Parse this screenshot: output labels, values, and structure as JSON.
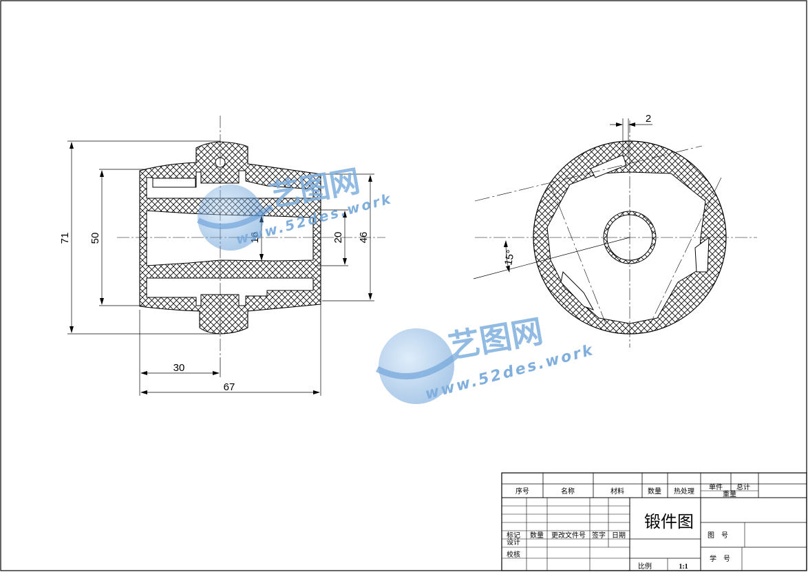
{
  "drawing": {
    "dims": {
      "overall_height": "71",
      "body_height": "50",
      "bore_small": "16",
      "bore_mid": "20",
      "rim_height": "46",
      "boss_offset": "30",
      "overall_length": "67",
      "slot_width": "2",
      "angle": "15°"
    }
  },
  "title_block": {
    "header": [
      "序号",
      "名称",
      "材料",
      "数量",
      "热处理"
    ],
    "extra_small": [
      "单件",
      "总计"
    ],
    "weight": "重量",
    "drawing_title": "锻件图",
    "revision_labels": [
      "标记",
      "数量",
      "更改文件号",
      "签字",
      "日期"
    ],
    "design": "设计",
    "check": "校核",
    "scale_label": "比例",
    "scale_value": "1:1",
    "drawing_no": "图　号",
    "student_no": "学　号"
  },
  "watermark": {
    "brand": "艺图网",
    "url": "www.52des.work"
  },
  "colors": {
    "line": "#000000",
    "watermark": "#7fb0df"
  }
}
